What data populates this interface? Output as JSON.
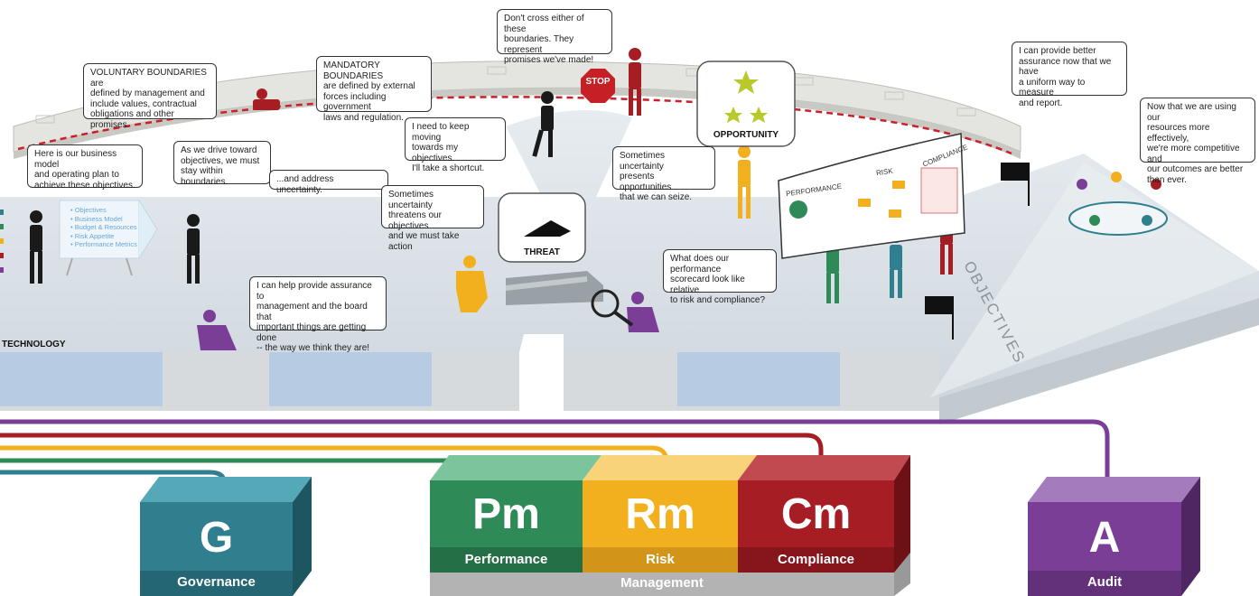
{
  "bubbles": {
    "voluntary": "VOLUNTARY BOUNDARIES are\ndefined by management and\ninclude values, contractual\nobligations and other promises.",
    "mandatory": "MANDATORY BOUNDARIES\nare defined by external\nforces including government\nlaws and regulation.",
    "dont_cross": "Don't cross either of these\nboundaries. They represent\npromises we've made!",
    "keep_moving": "I need to keep moving\ntowards my objectives.\nI'll take a shortcut.",
    "business_model": "Here is our business model\nand operating plan to\nachieve these objectives.",
    "drive_toward": "As we drive toward\nobjectives, we must\nstay within boundaries.",
    "uncertainty": "...and address uncertainty.",
    "threatens": "Sometimes uncertainty\nthreatens our objectives\nand we must take action",
    "opportunities": "Sometimes uncertainty\npresents opportunities\nthat we can seize.",
    "assurance": "I can help provide assurance to\nmanagement and the board that\nimportant things are getting done\n-- the way we think they are!",
    "scorecard": "What does our performance\nscorecard look like relative\nto risk and compliance?",
    "better_assurance": "I can provide better\nassurance now that we have\na uniform way to measure\nand report.",
    "resources": "Now that  we are using our\nresources more effectively,\nwe're more competitive and\nour outcomes are better\nthan ever."
  },
  "labels": {
    "stop": "STOP",
    "opportunity": "OPPORTUNITY",
    "threat": "THREAT",
    "technology": "TECHNOLOGY",
    "objectives": "OBJECTIVES",
    "performance": "PERFORMANCE",
    "risk": "RISK",
    "compliance": "COMPLIANCE"
  },
  "easel_items": [
    "• Objectives",
    "• Business Model",
    "• Budget & Resources",
    "• Risk Appetite",
    "• Performance Metrics"
  ],
  "blocks": {
    "g": {
      "letter": "G",
      "name": "Governance",
      "color": "#2f7f8f"
    },
    "pm": {
      "letter": "Pm",
      "name": "Performance",
      "color": "#2e8b57"
    },
    "rm": {
      "letter": "Rm",
      "name": "Risk",
      "color": "#f2b01e"
    },
    "cm": {
      "letter": "Cm",
      "name": "Compliance",
      "color": "#a61d24"
    },
    "a": {
      "letter": "A",
      "name": "Audit",
      "color": "#7a3e96"
    },
    "management": "Management"
  }
}
